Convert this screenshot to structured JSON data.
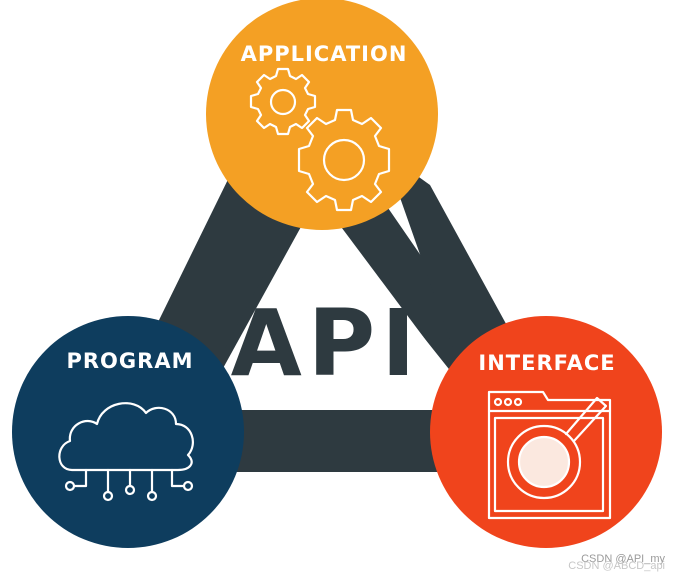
{
  "diagram": {
    "center_label": "API",
    "nodes": [
      {
        "label": "APPLICATION",
        "icon": "gears-icon",
        "color": "#F4A024"
      },
      {
        "label": "PROGRAM",
        "icon": "cloud-network-icon",
        "color": "#0E3D5E"
      },
      {
        "label": "INTERFACE",
        "icon": "browser-search-icon",
        "color": "#F0441C"
      }
    ],
    "frame_color": "#2E3A40"
  },
  "watermark": {
    "line1": "CSDN @API_my",
    "line2": "CSDN @ABCD_api"
  }
}
